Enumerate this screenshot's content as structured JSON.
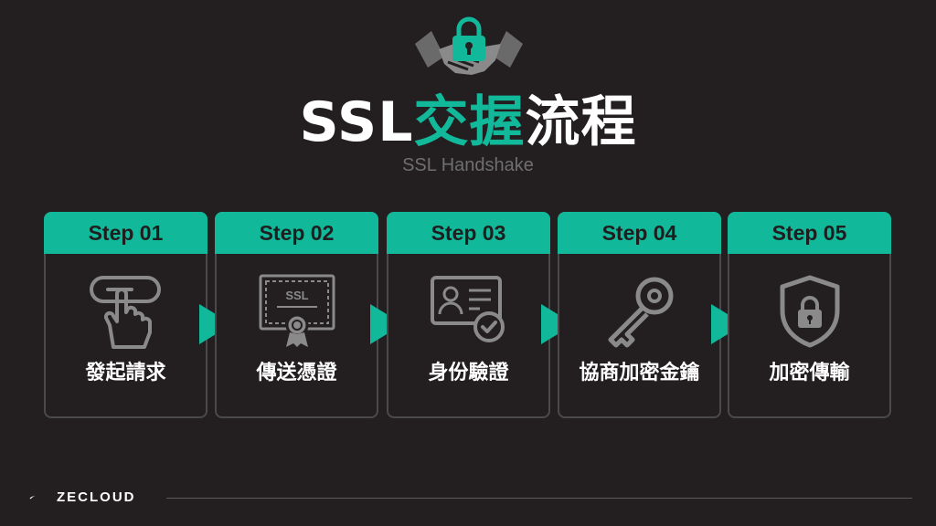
{
  "header": {
    "title_prefix": "SSL",
    "title_accent": "交握",
    "title_suffix": "流程",
    "subtitle": "SSL Handshake",
    "icon": "handshake-lock-icon"
  },
  "steps": [
    {
      "step": "Step 01",
      "label": "發起請求",
      "icon": "click-button-icon"
    },
    {
      "step": "Step 02",
      "label": "傳送憑證",
      "icon": "ssl-certificate-icon",
      "icon_text": "SSL"
    },
    {
      "step": "Step 03",
      "label": "身份驗證",
      "icon": "id-card-check-icon"
    },
    {
      "step": "Step 04",
      "label": "協商加密金鑰",
      "icon": "key-icon"
    },
    {
      "step": "Step 05",
      "label": "加密傳輸",
      "icon": "shield-lock-icon"
    }
  ],
  "footer": {
    "brand": "ZECLOUD",
    "logo_icon": "swoosh-logo-icon"
  },
  "colors": {
    "background": "#231f20",
    "accent": "#12b89a",
    "text": "#ffffff",
    "muted": "#6f6f6f",
    "card_border": "#4a4a4a",
    "icon_gray": "#8a8a8a"
  }
}
